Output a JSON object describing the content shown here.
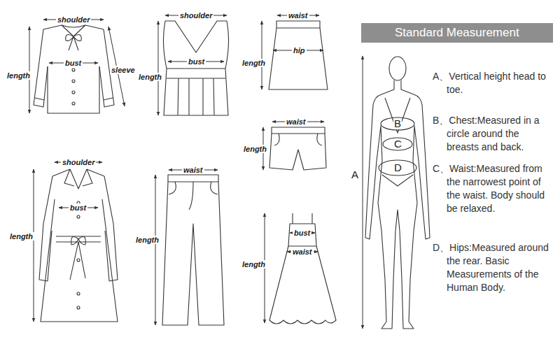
{
  "diagram": {
    "title": "Standard Measurement",
    "labels": [
      "shoulder",
      "bust",
      "length",
      "sleeve",
      "shoulder",
      "bust",
      "length",
      "waist",
      "hip",
      "length",
      "waist",
      "length",
      "shoulder",
      "bust",
      "length",
      "waist",
      "length",
      "bust",
      "waist",
      "length",
      "B",
      "C",
      "D",
      "A",
      "A、Vertical height head to toe.",
      "B、Chest:Measured in a circle around the breasts and back.",
      "C、Waist:Measured from the narrowest point of the waist. Body should be relaxed.",
      "D、Hips:Measured around the rear. Basic Measurements of the Human Body."
    ]
  }
}
